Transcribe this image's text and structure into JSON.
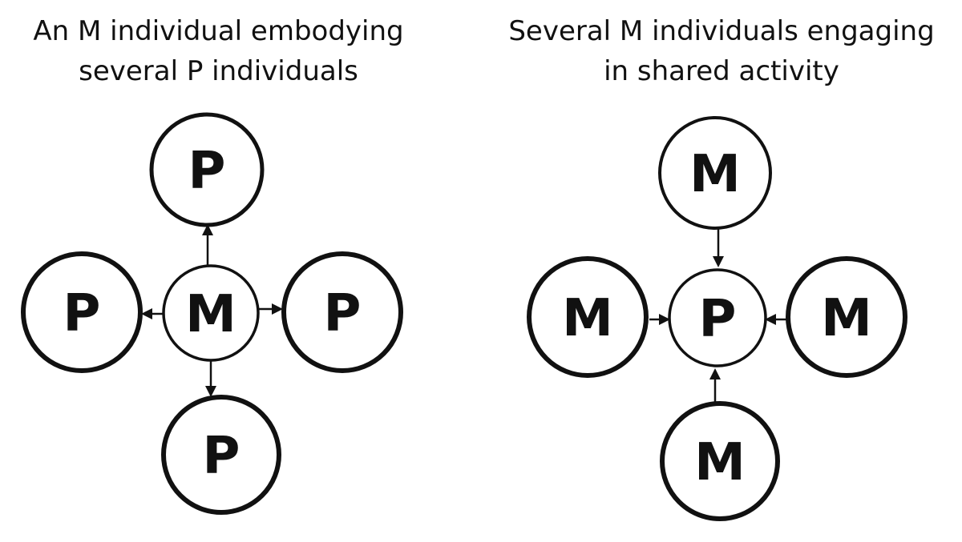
{
  "diagrams": [
    {
      "title_lines": [
        "An M individual embodying",
        "several P individuals"
      ],
      "center": "M",
      "outer": {
        "top": "P",
        "left": "P",
        "right": "P",
        "bottom": "P"
      },
      "arrow_direction": "outward"
    },
    {
      "title_lines": [
        "Several M individuals engaging",
        "in shared activity"
      ],
      "center": "P",
      "outer": {
        "top": "M",
        "left": "M",
        "right": "M",
        "bottom": "M"
      },
      "arrow_direction": "inward"
    }
  ],
  "colors": {
    "ink": "#111111",
    "background": "#ffffff"
  }
}
